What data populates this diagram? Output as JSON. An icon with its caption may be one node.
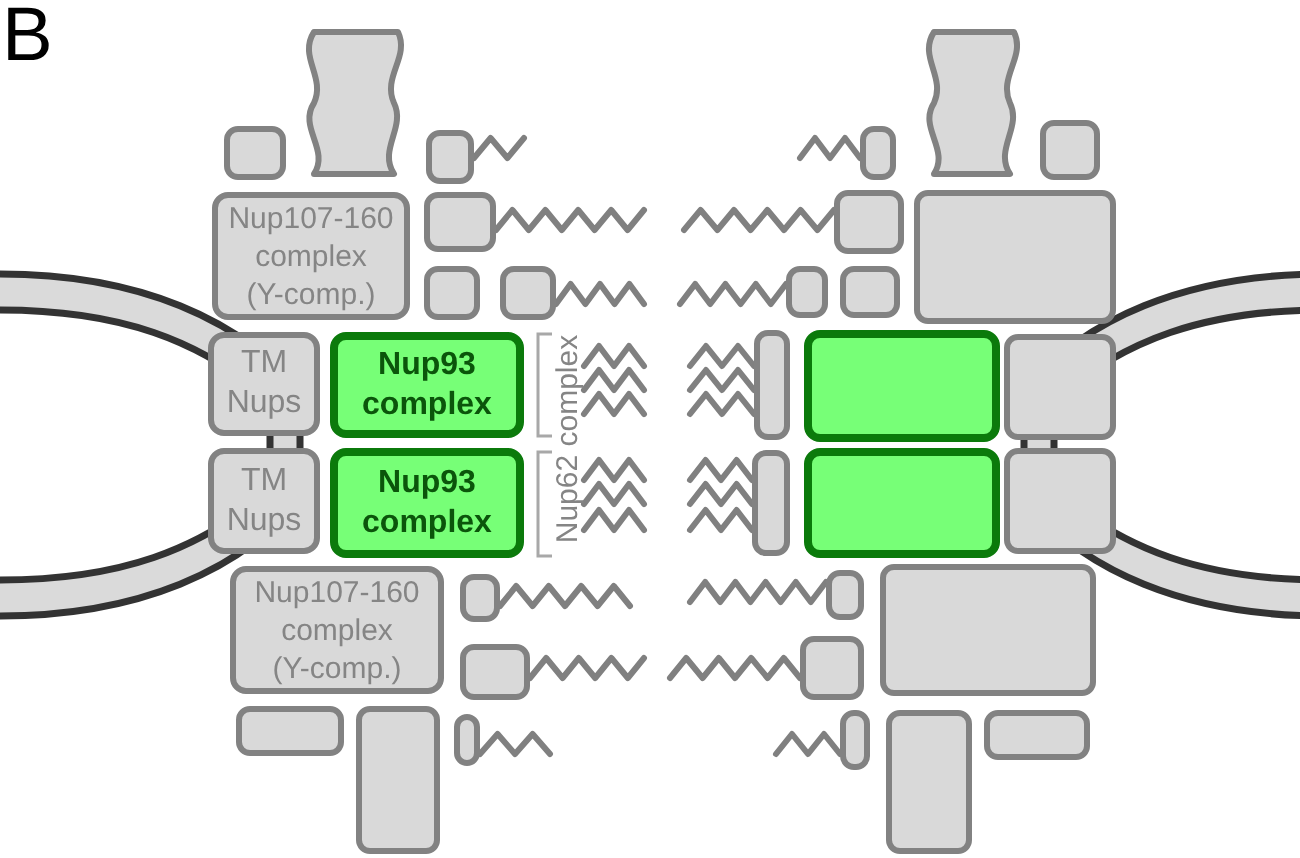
{
  "diagram": {
    "nodes": [
      {
        "text": [],
        "shape": "box"
      },
      {
        "text": [],
        "shape": "box"
      },
      {
        "text": [],
        "shape": "box"
      },
      {
        "text": [],
        "shape": "box"
      },
      {
        "text": [],
        "shape": "box"
      },
      {
        "text": [],
        "shape": "box"
      },
      {
        "text": [
          "Nup107-160 complex (Y-comp.)"
        ]
      },
      {
        "text": [],
        "shape": "box"
      },
      {
        "text": [],
        "shape": "box"
      },
      {
        "text": [],
        "shape": "box"
      },
      {
        "text": [],
        "shape": "box"
      },
      {
        "text": [],
        "shape": "box"
      },
      {
        "text": [],
        "shape": "box"
      },
      {
        "text": [],
        "shape": "box"
      },
      {
        "text": [
          "TM Nups"
        ]
      },
      {
        "text": [
          "Nup93 complex"
        ]
      },
      {
        "text": [],
        "shape": "box"
      },
      {
        "text": [],
        "shape": "box"
      },
      {
        "text": [],
        "shape": "box"
      },
      {
        "text": [
          "TM Nups"
        ]
      },
      {
        "text": [
          "Nup93 complex"
        ]
      },
      {
        "text": [],
        "shape": "box"
      },
      {
        "text": [],
        "shape": "box"
      },
      {
        "text": [],
        "shape": "box"
      },
      {
        "text": [
          "Nup107-160 complex (Y-comp.)"
        ]
      },
      {
        "text": [],
        "shape": "box"
      },
      {
        "text": [],
        "shape": "box"
      },
      {
        "text": [],
        "shape": "box"
      },
      {
        "text": [],
        "shape": "box"
      },
      {
        "text": [],
        "shape": "box"
      },
      {
        "text": [],
        "shape": "box"
      },
      {
        "text": [],
        "shape": "box"
      },
      {
        "text": [],
        "shape": "box"
      },
      {
        "text": [],
        "shape": "box"
      },
      {
        "text": [],
        "shape": "box"
      },
      {
        "text": [],
        "shape": "box"
      }
    ],
    "labels": [
      "B",
      "Nup62 complex"
    ]
  }
}
